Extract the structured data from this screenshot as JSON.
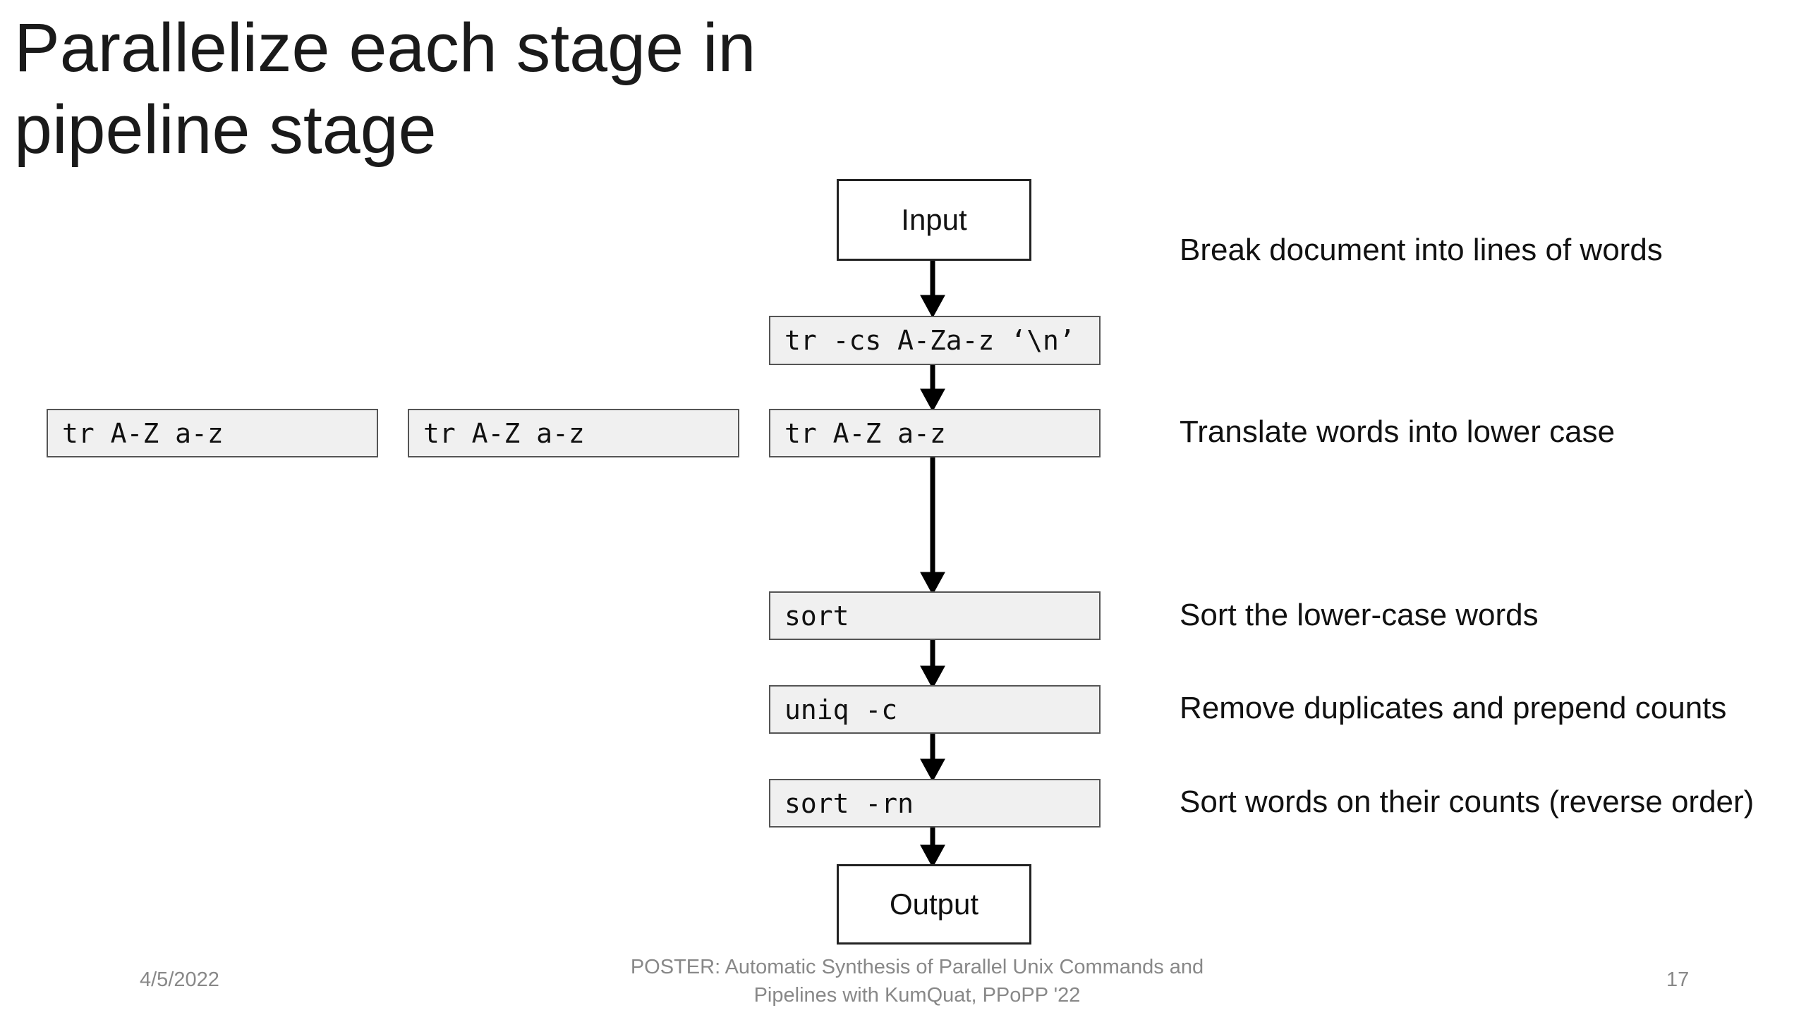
{
  "slide": {
    "title": "Parallelize each stage in pipeline stage"
  },
  "pipeline": {
    "input": "Input",
    "output": "Output",
    "stages": {
      "tr_cs": "tr -cs A-Za-z ‘\\n’",
      "tr_lower": "tr A-Z a-z",
      "sort": "sort",
      "uniq": "uniq -c",
      "sort_rn": "sort -rn"
    },
    "parallel_copies": [
      "tr A-Z a-z",
      "tr A-Z a-z"
    ]
  },
  "descriptions": {
    "break": "Break document into lines of words",
    "translate": "Translate words into lower case",
    "sort": "Sort the lower-case words",
    "uniq": "Remove duplicates and prepend counts",
    "sort_rn": "Sort words on their counts (reverse order)"
  },
  "footer": {
    "date": "4/5/2022",
    "citation_line1": "POSTER: Automatic Synthesis of Parallel Unix Commands and",
    "citation_line2": "Pipelines with KumQuat, PPoPP '22",
    "page_number": "17"
  }
}
